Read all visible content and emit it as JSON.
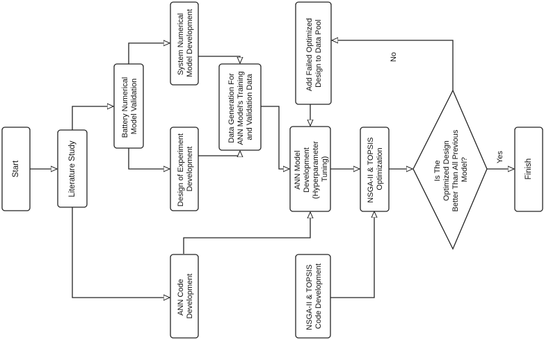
{
  "nodes": {
    "start": "Start",
    "literature_study": "Literature Study",
    "battery_validation": [
      "Battery Numerical",
      "Model Validation"
    ],
    "system_model": [
      "System Numerical",
      "Model Development"
    ],
    "doe": [
      "Design of Experiment",
      "Development"
    ],
    "data_generation": [
      "Data Generation For",
      "ANN Model's Training",
      "and Validation Data"
    ],
    "ann_code": [
      "ANN Code",
      "Development"
    ],
    "ann_model": [
      "ANN Model",
      "Development",
      "(Hyperparameter",
      "Tuning)"
    ],
    "add_failed": [
      "Add Failed Optimized",
      "Design to Data Pool"
    ],
    "nsga_code": [
      "NSGA-II & TOPSIS",
      "Code Development"
    ],
    "nsga_opt": [
      "NSGA-II & TOPSIS",
      "Optimization"
    ],
    "decision": [
      "Is The",
      "Optimized Design",
      "Better Than All Previous",
      "Model?"
    ],
    "finish": "Finish"
  },
  "edges": {
    "yes": "Yes",
    "no": "No"
  }
}
